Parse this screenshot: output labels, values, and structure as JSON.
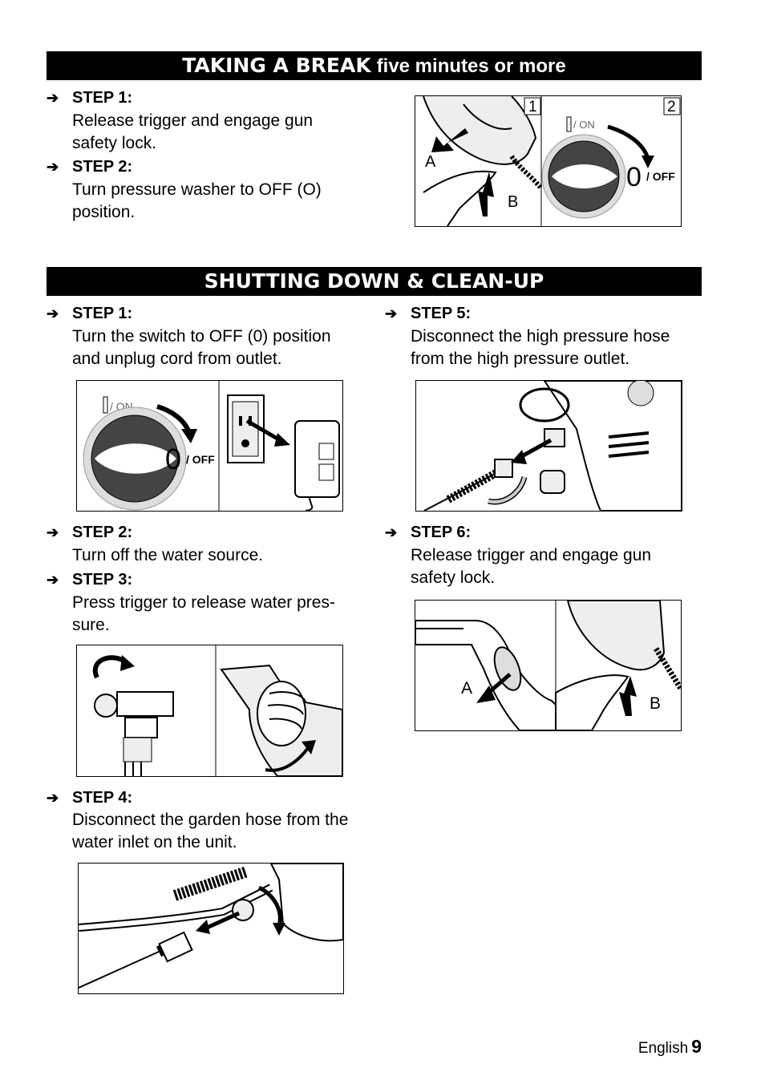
{
  "section1": {
    "title_bold": "TAKING A BREAK",
    "title_rest": "five minutes or more",
    "steps": [
      {
        "label": "STEP 1:",
        "text": "Release trigger and engage gun safety lock."
      },
      {
        "label": "STEP 2:",
        "text": "Turn pressure washer to OFF (O) position."
      }
    ],
    "figure": {
      "panel1": "1",
      "panel2": "2",
      "label_a": "A",
      "label_b": "B",
      "on_text": "/ ON",
      "off_zero": "0",
      "off_text": "/ OFF"
    }
  },
  "section2": {
    "title": "SHUTTING DOWN & CLEAN-UP",
    "step1": {
      "label": "STEP 1:",
      "text": "Turn the switch to OFF (0) position and unplug cord from outlet."
    },
    "step2": {
      "label": "STEP 2:",
      "text": "Turn off the water source."
    },
    "step3": {
      "label": "STEP 3:",
      "text": "Press trigger to release water pres- sure."
    },
    "step4": {
      "label": "STEP 4:",
      "text": "Disconnect the garden hose from the water inlet on the unit."
    },
    "step5": {
      "label": "STEP 5:",
      "text": "Disconnect the high pressure hose from the high pressure outlet."
    },
    "step6": {
      "label": "STEP 6:",
      "text": "Release trigger and engage gun safety lock."
    },
    "fig_switch": {
      "on_text": "/ ON",
      "off_zero": "0",
      "off_text": "/ OFF"
    },
    "fig_gun": {
      "label_a": "A",
      "label_b": "B"
    }
  },
  "footer": {
    "language": "English",
    "page_number": "9"
  },
  "icons": {
    "step_arrow": "arrow-right-icon"
  }
}
